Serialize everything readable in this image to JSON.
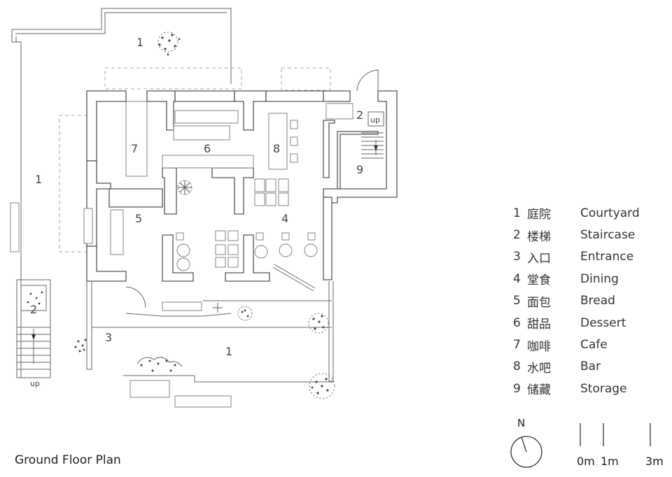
{
  "caption": "Ground Floor Plan",
  "room_labels": {
    "courtyard_north": "1",
    "courtyard_west": "1",
    "courtyard_south": "1",
    "stair_main": "2",
    "stair_west": "2",
    "entrance": "3",
    "dining": "4",
    "bread": "5",
    "dessert": "6",
    "cafe": "7",
    "bar": "8",
    "storage": "9"
  },
  "stair_tags": {
    "main_up": "up",
    "west_up": "up"
  },
  "legend": [
    {
      "num": "1",
      "cn": "庭院",
      "en": "Courtyard"
    },
    {
      "num": "2",
      "cn": "楼梯",
      "en": "Staircase"
    },
    {
      "num": "3",
      "cn": "入口",
      "en": "Entrance"
    },
    {
      "num": "4",
      "cn": "堂食",
      "en": "Dining"
    },
    {
      "num": "5",
      "cn": "面包",
      "en": "Bread"
    },
    {
      "num": "6",
      "cn": "甜品",
      "en": "Dessert"
    },
    {
      "num": "7",
      "cn": "咖啡",
      "en": "Cafe"
    },
    {
      "num": "8",
      "cn": "水吧",
      "en": "Bar"
    },
    {
      "num": "9",
      "cn": "储藏",
      "en": "Storage"
    }
  ],
  "north_arrow": {
    "label": "N"
  },
  "scale_bar": {
    "labels": [
      "0m",
      "1m",
      "3m"
    ]
  },
  "colors": {
    "line": "#555555",
    "background": "#ffffff",
    "plant": "#444444"
  }
}
